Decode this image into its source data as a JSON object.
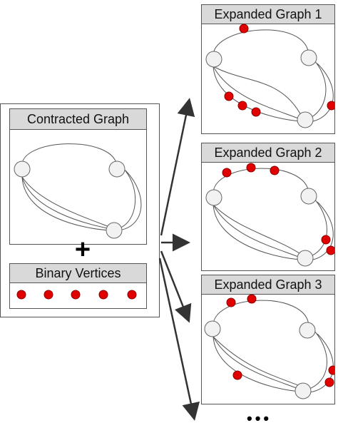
{
  "contracted": {
    "title": "Contracted Graph"
  },
  "binary": {
    "title": "Binary Vertices",
    "count": 5
  },
  "plus_symbol": "+",
  "expanded": [
    {
      "title": "Expanded Graph 1"
    },
    {
      "title": "Expanded Graph 2"
    },
    {
      "title": "Expanded Graph 3"
    }
  ],
  "ellipsis": "•••",
  "colors": {
    "binary_vertex": "#e00000",
    "node_fill": "#f2f2f2",
    "header_fill": "#d9d9d9",
    "edge": "#555555",
    "arrow": "#333333"
  }
}
